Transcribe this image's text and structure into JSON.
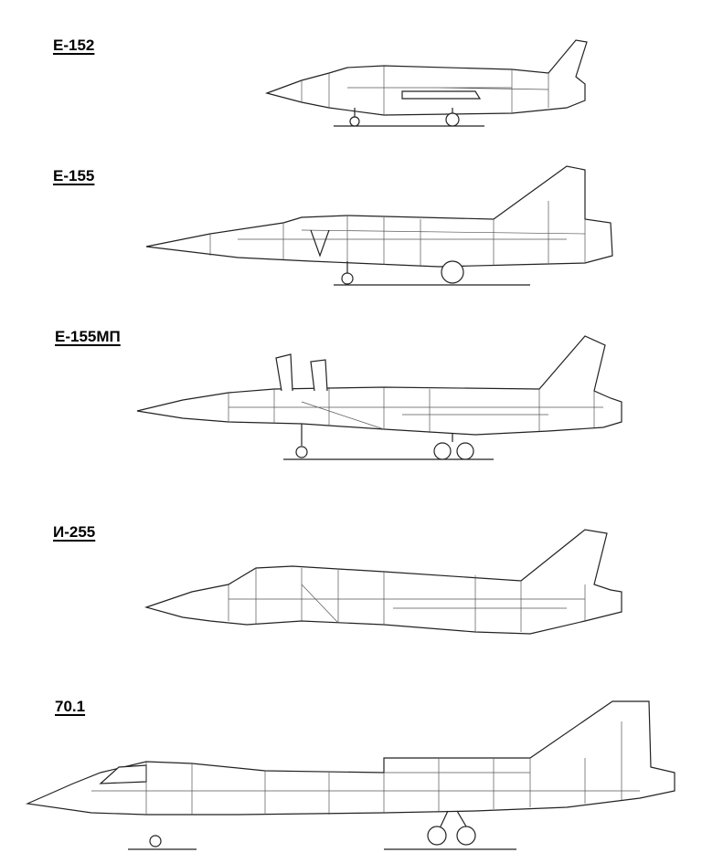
{
  "aircraft": [
    {
      "label": "Е-152"
    },
    {
      "label": "Е-155"
    },
    {
      "label": "Е-155МП"
    },
    {
      "label": "И-255"
    },
    {
      "label": "70.1"
    }
  ]
}
